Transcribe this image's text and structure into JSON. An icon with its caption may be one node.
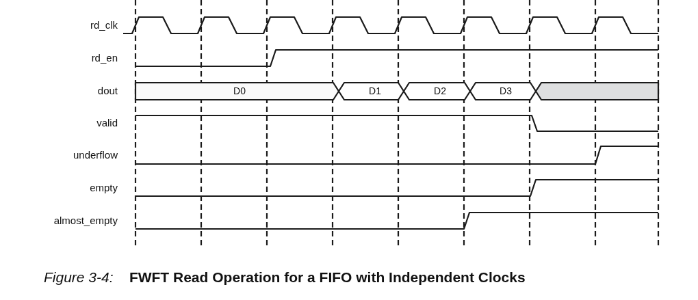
{
  "diagram": {
    "caption": "*Figure 3-4:*    **FWFT Read Operation for a FIFO with Independent Clocks**",
    "labels": [
      "rd_clk",
      "rd_en",
      "dout",
      "D0",
      "D1",
      "D2",
      "D3",
      "valid",
      "underflow",
      "empty",
      "almost_empty"
    ]
  }
}
